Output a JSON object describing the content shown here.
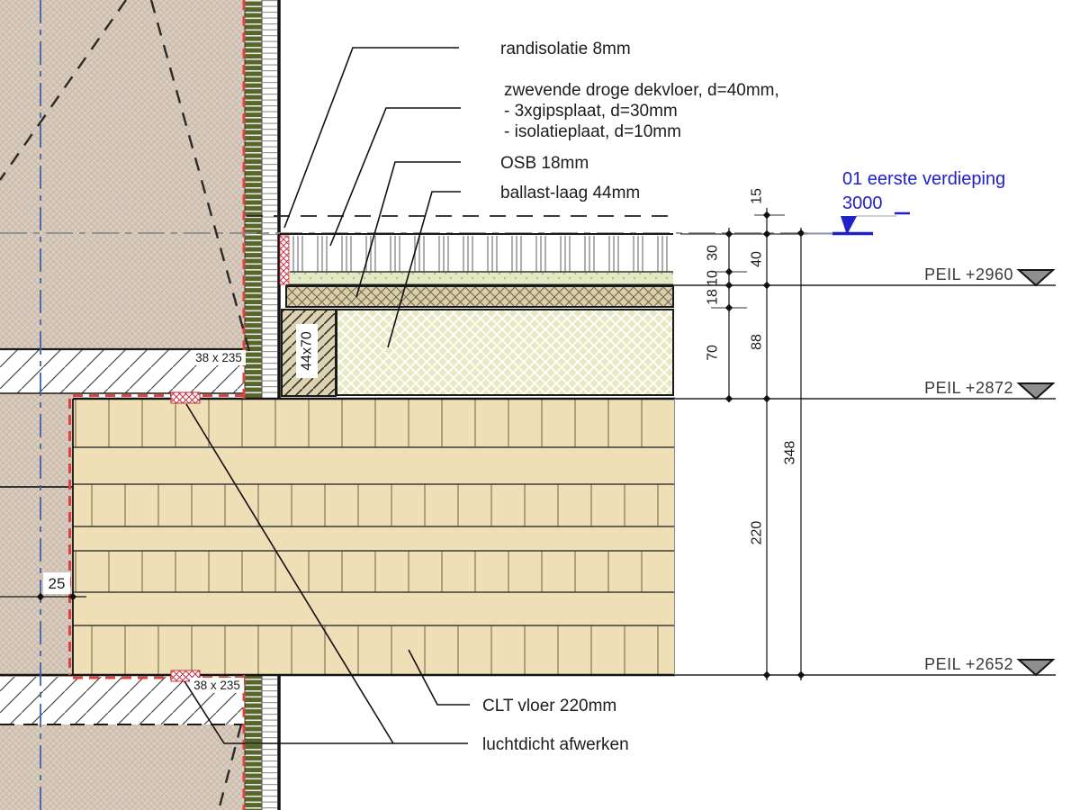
{
  "drawing": {
    "callouts": {
      "randisolatie": "randisolatie 8mm",
      "dekvloer": [
        "zwevende droge dekvloer, d=40mm,",
        "- 3xgipsplaat, d=30mm",
        "- isolatieplaat, d=10mm"
      ],
      "osb": "OSB 18mm",
      "ballast": "ballast-laag 44mm",
      "clt": "CLT vloer 220mm",
      "luchtdicht": "luchtdicht afwerken"
    },
    "part_labels": {
      "stud_upper": "38 x 235",
      "stud_lower": "38 x 235",
      "batten": "44x70",
      "edge_gap": "25"
    },
    "dimensions": {
      "offset_top": "15",
      "gips": "30",
      "isolatie": "10",
      "osb": "18",
      "ballast_zone": "70",
      "dekvloer": "40",
      "onder_dekvloer": "88",
      "clt": "220",
      "total": "348"
    },
    "levels": {
      "storey": {
        "name": "01 eerste verdieping",
        "value": "3000"
      },
      "peil": [
        {
          "label": "PEIL +2960"
        },
        {
          "label": "PEIL +2872"
        },
        {
          "label": "PEIL +2652"
        }
      ]
    },
    "colors": {
      "level_marker_blue": "#2121c8",
      "membrane_red": "#d94545",
      "centerline_blue": "#3c64aa",
      "clt_wood": "#efdfb7",
      "ballast_green": "#e6e9c2",
      "osb_tan": "#d9cfab",
      "wall_fill": "#dacdbf",
      "green_band": "#57662a"
    }
  }
}
